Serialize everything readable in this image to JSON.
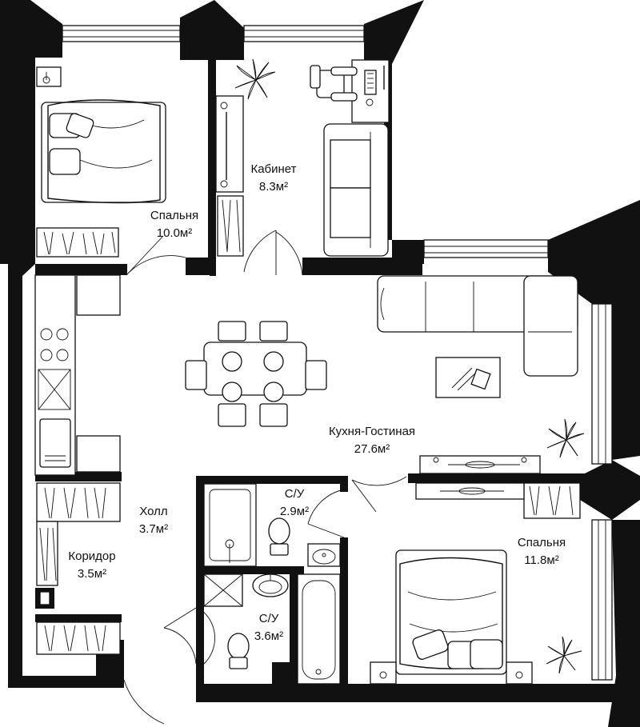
{
  "colors": {
    "wall": "#111111",
    "background": "#ffffff"
  },
  "rooms": [
    {
      "id": "bedroom-1",
      "name": "Спальня",
      "area": "10.0м²"
    },
    {
      "id": "study",
      "name": "Кабинет",
      "area": "8.3м²"
    },
    {
      "id": "kitchen-living",
      "name": "Кухня-Гостиная",
      "area": "27.6м²"
    },
    {
      "id": "bathroom-1",
      "name": "С/У",
      "area": "2.9м²"
    },
    {
      "id": "hall",
      "name": "Холл",
      "area": "3.7м²"
    },
    {
      "id": "corridor",
      "name": "Коридор",
      "area": "3.5м²"
    },
    {
      "id": "bathroom-2",
      "name": "С/У",
      "area": "3.6м²"
    },
    {
      "id": "bedroom-2",
      "name": "Спальня",
      "area": "11.8м²"
    }
  ],
  "icons": [
    "bed-icon",
    "sofa-icon",
    "desk-icon",
    "table-icon",
    "chair-icon",
    "plant-icon",
    "stove-icon",
    "sink-icon",
    "toilet-icon",
    "bathtub-icon",
    "shower-icon",
    "wardrobe-icon",
    "door-icon",
    "window-icon"
  ]
}
